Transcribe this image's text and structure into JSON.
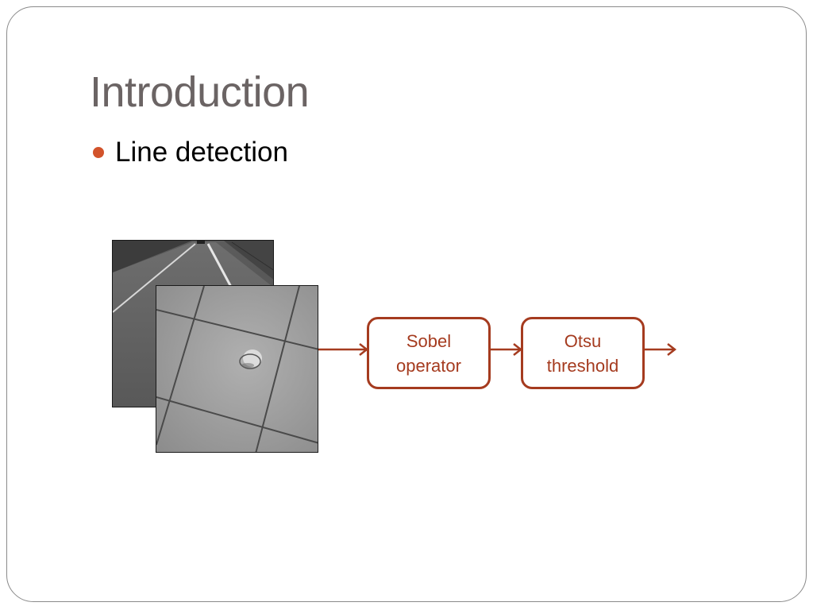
{
  "slide": {
    "title": "Introduction",
    "bullets": [
      {
        "text": "Line detection"
      }
    ]
  },
  "diagram": {
    "inputs": [
      {
        "icon": "road-photo"
      },
      {
        "icon": "floor-tile-photo"
      }
    ],
    "steps": [
      {
        "label": "Sobel\noperator"
      },
      {
        "label": "Otsu\nthreshold"
      }
    ]
  },
  "colors": {
    "accent": "#a53b1f",
    "bullet": "#d2532b",
    "title": "#6b6464",
    "frame": "#8a8a8a"
  }
}
